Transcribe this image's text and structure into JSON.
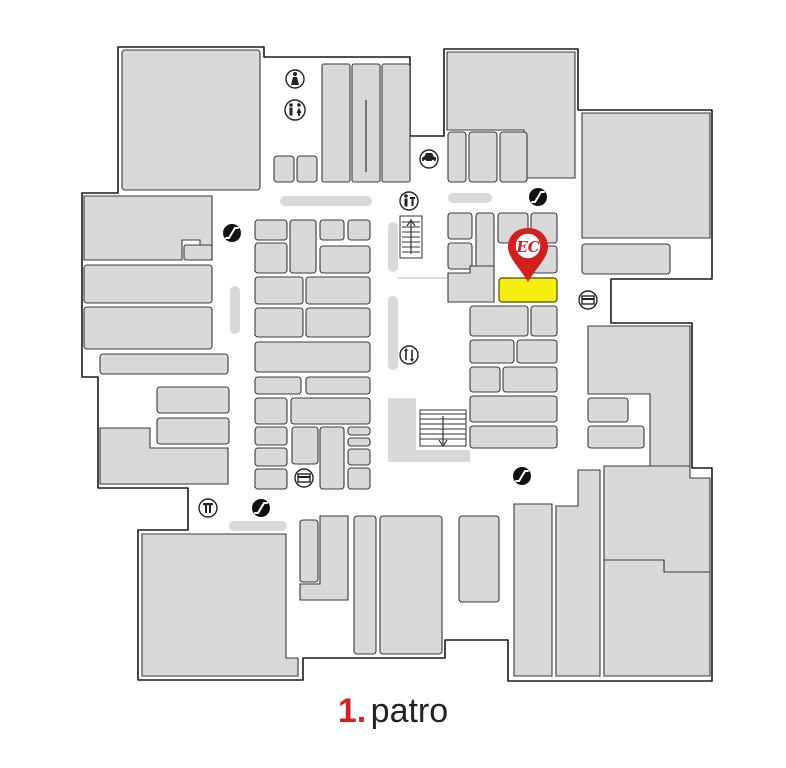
{
  "floor": {
    "number": "1.",
    "word": "patro"
  },
  "marker": {
    "logo_text": "EC",
    "color": "#d21f1f"
  },
  "colors": {
    "highlight": "#f7ee12",
    "shop": "#d9d9d9",
    "outline": "#1a1a1a",
    "accent": "#d21f1f"
  },
  "icons": [
    {
      "name": "toilet-icon"
    },
    {
      "name": "toilets-icon"
    },
    {
      "name": "car-icon"
    },
    {
      "name": "information-icon"
    },
    {
      "name": "elevator-icon"
    },
    {
      "name": "atm-icon"
    },
    {
      "name": "escalator-icon"
    }
  ]
}
